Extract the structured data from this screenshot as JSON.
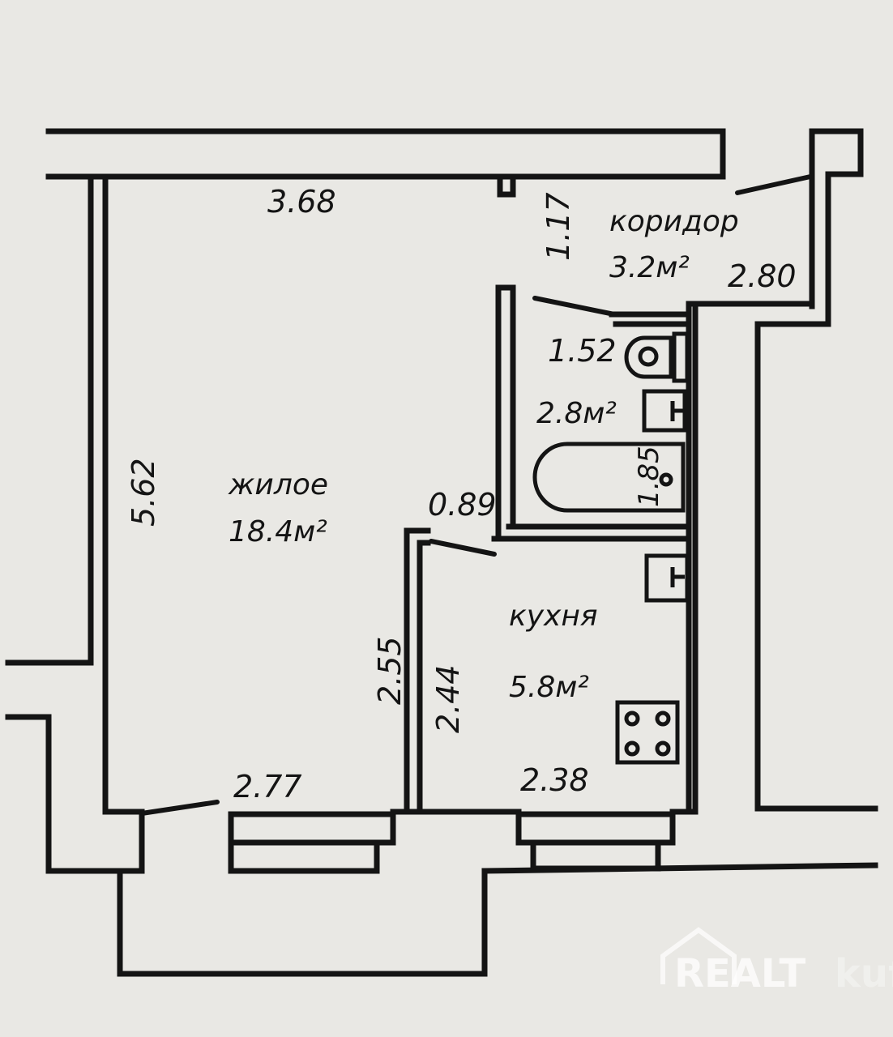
{
  "rooms": {
    "living": {
      "name": "жилое",
      "area": "18.4м²"
    },
    "corridor": {
      "name": "коридор",
      "area": "3.2м²"
    },
    "bathroom": {
      "area": "2.8м²"
    },
    "kitchen": {
      "name": "кухня",
      "area": "5.8м²"
    }
  },
  "dimensions": {
    "living_top": "3.68",
    "living_left": "5.62",
    "living_bottom": "2.77",
    "kitchen_left_outer": "2.55",
    "kitchen_left_inner": "2.44",
    "kitchen_bottom": "2.38",
    "corridor_width": "1.17",
    "corridor_length": "2.80",
    "bathroom_width": "1.52",
    "bathroom_length": "1.85",
    "kitchen_door": "0.89"
  },
  "watermark": {
    "text": "REALT",
    "faded_text": "kufa"
  },
  "colors": {
    "paper": "#e9e8e4",
    "ink": "#141414"
  }
}
